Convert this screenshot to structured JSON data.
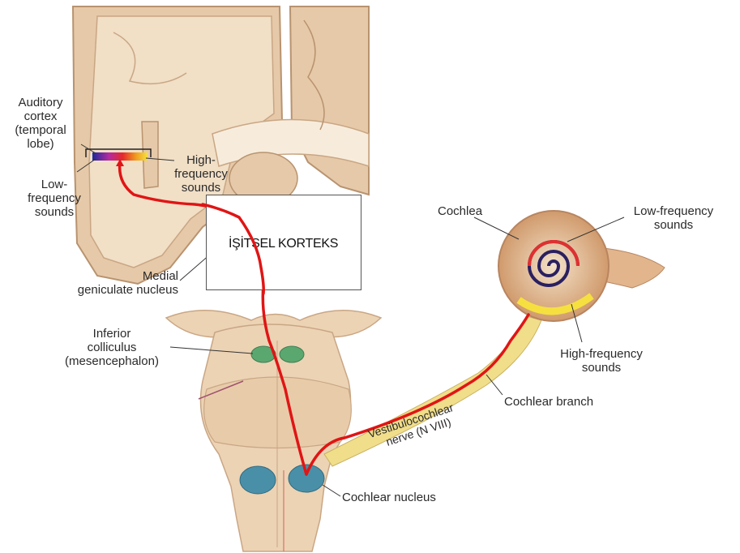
{
  "labels": {
    "auditory_cortex": [
      "Auditory",
      "cortex",
      "(temporal",
      "lobe)"
    ],
    "low_frequency_left": [
      "Low-",
      "frequency",
      "sounds"
    ],
    "high_frequency_left": [
      "High-",
      "frequency",
      "sounds"
    ],
    "medial_geniculate": [
      "Medial",
      "geniculate nucleus"
    ],
    "inferior_colliculus": [
      "Inferior",
      "colliculus",
      "(mesencephalon)"
    ],
    "cochlea": "Cochlea",
    "low_frequency_right": [
      "Low-frequency",
      "sounds"
    ],
    "high_frequency_right": [
      "High-frequency",
      "sounds"
    ],
    "cochlear_branch": "Cochlear branch",
    "vestibulocochlear": [
      "Vestibulocochlear",
      "nerve (N VIII)"
    ],
    "cochlear_nucleus": "Cochlear nucleus"
  },
  "overlay": {
    "text": "İŞİTSEL KORTEKS"
  },
  "colors": {
    "pathway": "#e01515",
    "brain_tissue": "#e6c9a8",
    "brain_outline": "#b89370",
    "nucleus": "#4a8fa8",
    "colliculus": "#5aa870",
    "nerve": "#f0de8a",
    "cochlea_outer": "#d4a27a"
  }
}
